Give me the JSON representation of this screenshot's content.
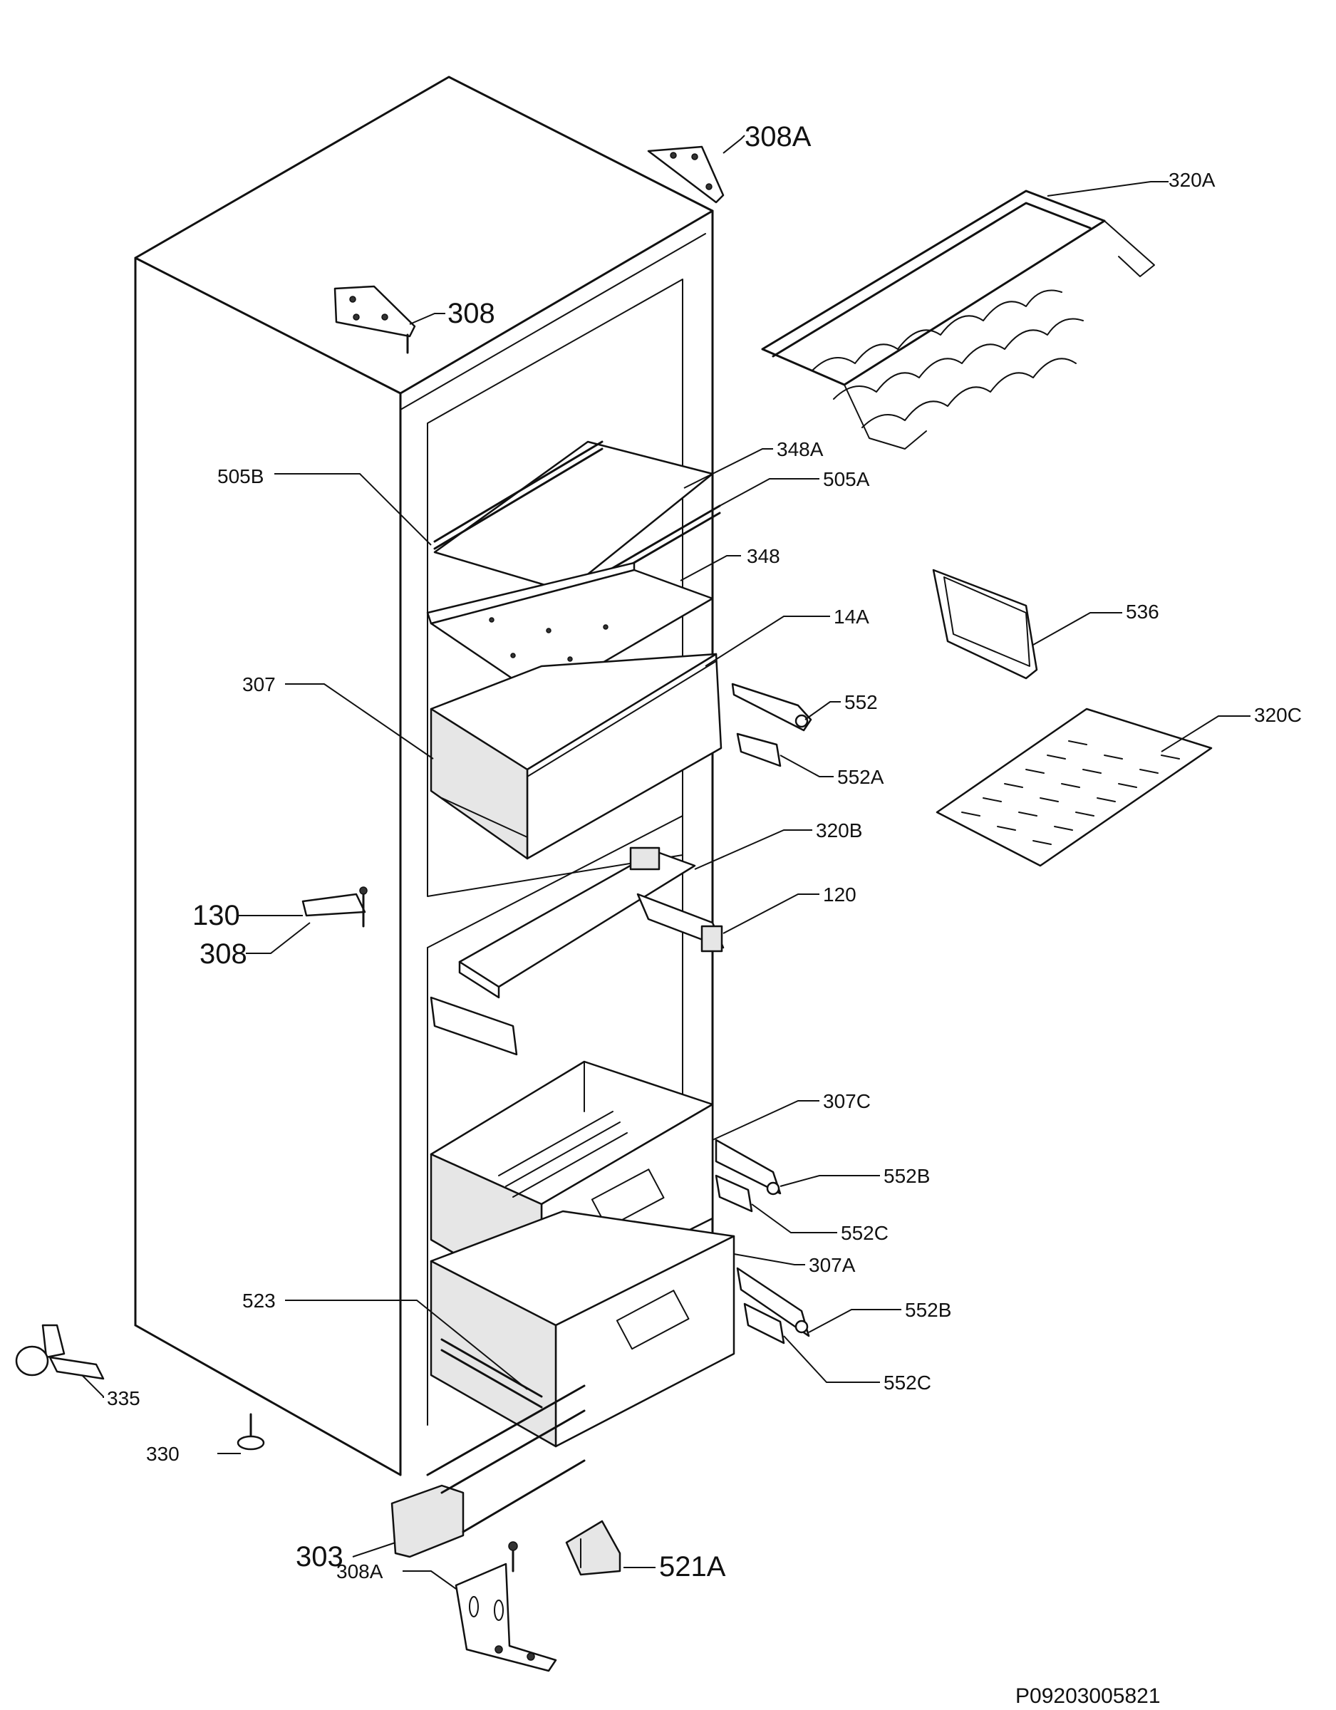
{
  "labels": {
    "p308A_top": "308A",
    "p320A": "320A",
    "p308_top": "308",
    "p348A": "348A",
    "p505B": "505B",
    "p505A": "505A",
    "p348": "348",
    "p536": "536",
    "p14A": "14A",
    "p307": "307",
    "p552": "552",
    "p552A": "552A",
    "p320C": "320C",
    "p320B": "320B",
    "p120": "120",
    "p130": "130",
    "p308_hinge": "308",
    "p307C": "307C",
    "p552B_upper": "552B",
    "p552C_upper": "552C",
    "p307A": "307A",
    "p523": "523",
    "p552B_lower": "552B",
    "p552C_lower": "552C",
    "p335": "335",
    "p330": "330",
    "p303": "303",
    "p521A": "521A",
    "p308A_bottom": "308A"
  },
  "drawing_code": "P09203005821"
}
